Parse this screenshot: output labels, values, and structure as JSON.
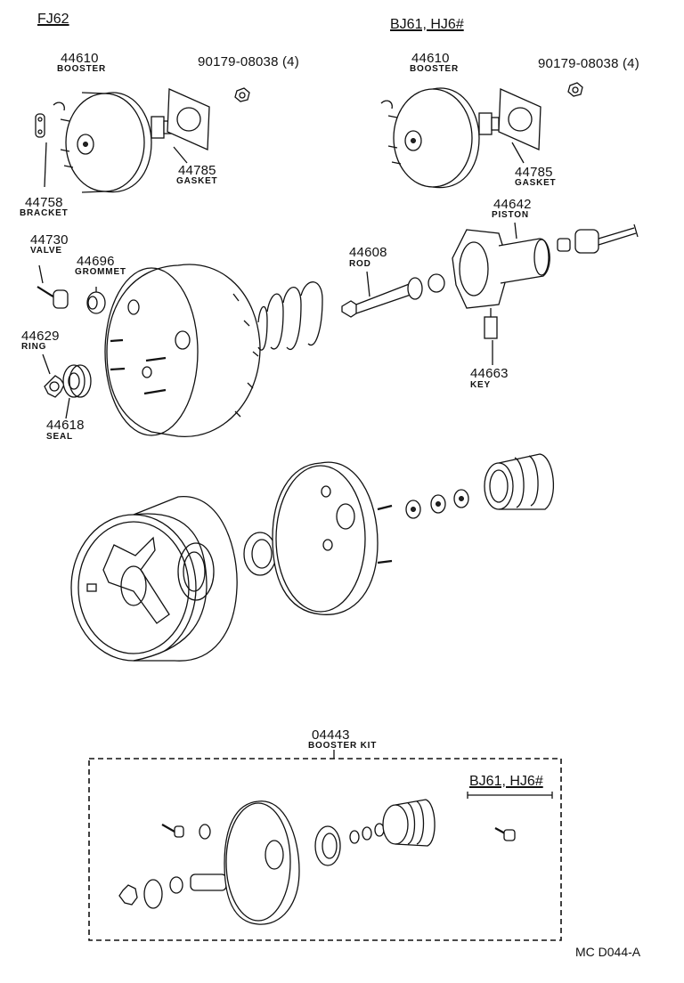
{
  "headers": {
    "left_model": "FJ62",
    "right_model": "BJ61, HJ6#",
    "kit_model": "BJ61, HJ6#"
  },
  "parts": {
    "booster_left": {
      "number": "44610",
      "name": "BOOSTER"
    },
    "nut_left": {
      "number": "90179-08038 (4)"
    },
    "gasket_left": {
      "number": "44785",
      "name": "GASKET"
    },
    "bracket": {
      "number": "44758",
      "name": "BRACKET"
    },
    "booster_right": {
      "number": "44610",
      "name": "BOOSTER"
    },
    "nut_right": {
      "number": "90179-08038 (4)"
    },
    "gasket_right": {
      "number": "44785",
      "name": "GASKET"
    },
    "piston": {
      "number": "44642",
      "name": "PISTON"
    },
    "valve": {
      "number": "44730",
      "name": "VALVE"
    },
    "grommet": {
      "number": "44696",
      "name": "GROMMET"
    },
    "rod": {
      "number": "44608",
      "name": "ROD"
    },
    "ring": {
      "number": "44629",
      "name": "RING"
    },
    "key": {
      "number": "44663",
      "name": "KEY"
    },
    "seal": {
      "number": "44618",
      "name": "SEAL"
    },
    "kit": {
      "number": "04443",
      "name": "BOOSTER KIT"
    }
  },
  "footer": {
    "code": "MC  D044-A"
  }
}
